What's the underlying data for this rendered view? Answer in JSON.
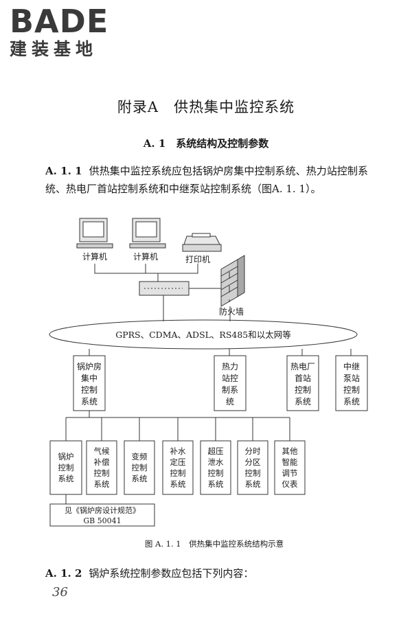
{
  "logo": {
    "brand": "BADE",
    "subtitle": "建装基地"
  },
  "appendix_title": "附录A　供热集中监控系统",
  "section": {
    "title": "A. 1　系统结构及控制参数"
  },
  "paragraphs": [
    {
      "number": "A. 1. 1",
      "text": "供热集中监控系统应包括锅炉房集中控制系统、热力站控制系统、热电厂首站控制系统和中继泵站控制系统（图A. 1. 1）。"
    },
    {
      "number": "A. 1. 2",
      "text": "锅炉系统控制参数应包括下列内容："
    }
  ],
  "figure": {
    "devices": {
      "computer_1": "计算机",
      "computer_2": "计算机",
      "printer": "打印机",
      "firewall": "防火墙"
    },
    "network": "GPRS、CDMA、ADSL、RS485和以太网等",
    "systems": [
      [
        "锅炉房",
        "集中",
        "控制",
        "系统"
      ],
      [
        "热力",
        "站控",
        "制系",
        "统"
      ],
      [
        "热电厂",
        "首站",
        "控制",
        "系统"
      ],
      [
        "中继",
        "泵站",
        "控制",
        "系统"
      ]
    ],
    "subsystems": [
      [
        "锅炉",
        "控制",
        "系统"
      ],
      [
        "气候",
        "补偿",
        "控制",
        "系统"
      ],
      [
        "变频",
        "控制",
        "系统"
      ],
      [
        "补水",
        "定压",
        "控制",
        "系统"
      ],
      [
        "超压",
        "泄水",
        "控制",
        "系统"
      ],
      [
        "分时",
        "分区",
        "控制",
        "系统"
      ],
      [
        "其他",
        "智能",
        "调节",
        "仪表"
      ]
    ],
    "reference": [
      "见《锅炉房设计规范》",
      "GB 50041"
    ],
    "caption": "图 A. 1. 1　供热集中监控系统结构示意"
  },
  "page_number": "36"
}
